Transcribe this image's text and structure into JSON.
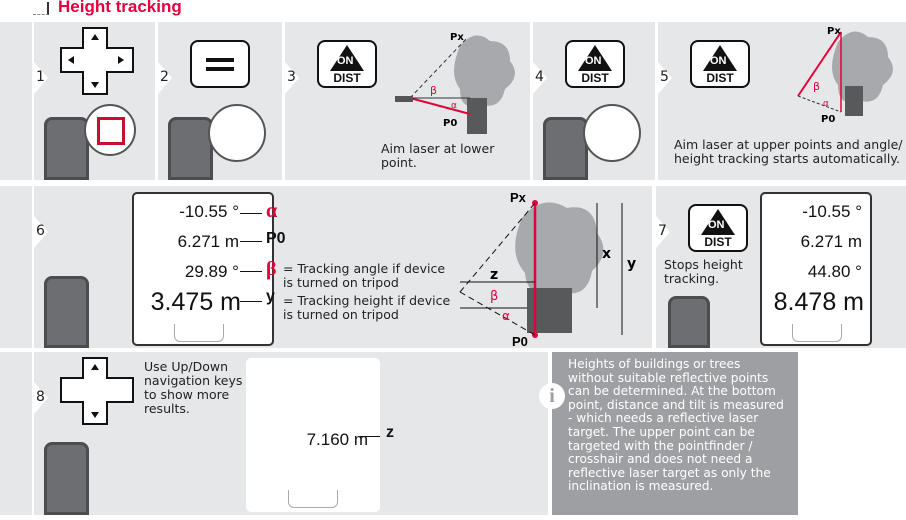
{
  "header": {
    "title": "Height tracking",
    "icon": "height-tracking-icon"
  },
  "steps": [
    {
      "number": "1",
      "key": "navigation-cross-key"
    },
    {
      "number": "2",
      "key": "equals-key"
    },
    {
      "number": "3",
      "key": {
        "top": "ON",
        "bottom": "DIST"
      },
      "caption": "Aim laser at lower point.",
      "labels": {
        "px": "Px",
        "p0": "P0",
        "beta": "β",
        "alpha": "α"
      }
    },
    {
      "number": "4",
      "key": {
        "top": "ON",
        "bottom": "DIST"
      }
    },
    {
      "number": "5",
      "key": {
        "top": "ON",
        "bottom": "DIST"
      },
      "caption": "Aim laser at upper points and angle/ height tracking starts automatically.",
      "labels": {
        "px": "Px",
        "p0": "P0",
        "beta": "β",
        "alpha": "α"
      }
    },
    {
      "number": "6",
      "display": [
        {
          "value": "-10.55 °",
          "label": "α"
        },
        {
          "value": "6.271 m",
          "label": "P0"
        },
        {
          "value": "29.89 °",
          "label": "β",
          "desc": "= Tracking angle if device is turned on tripod"
        },
        {
          "value": "3.475 m",
          "label": "y",
          "desc": "= Tracking height if device is turned on tripod"
        }
      ],
      "diagram": {
        "px": "Px",
        "p0": "P0",
        "x": "x",
        "y": "y",
        "z": "z",
        "beta": "β",
        "alpha": "α"
      }
    },
    {
      "number": "7",
      "key": {
        "top": "ON",
        "bottom": "DIST"
      },
      "caption": "Stops height tracking.",
      "display": [
        "-10.55 °",
        "6.271 m",
        "44.80 °",
        "8.478 m"
      ]
    },
    {
      "number": "8",
      "caption": "Use Up/Down navigation keys to show more results.",
      "display": {
        "value": "7.160 m",
        "label": "z"
      }
    }
  ],
  "info": {
    "icon": "i",
    "text": "Heights of buildings or trees without suitable reflective points can be determined. At the bottom point, distance and tilt is measured - which needs a reflective laser target. The upper point can be targeted with the pointfinder / crosshair and does not need a reflective laser target as only the inclination is measured."
  }
}
